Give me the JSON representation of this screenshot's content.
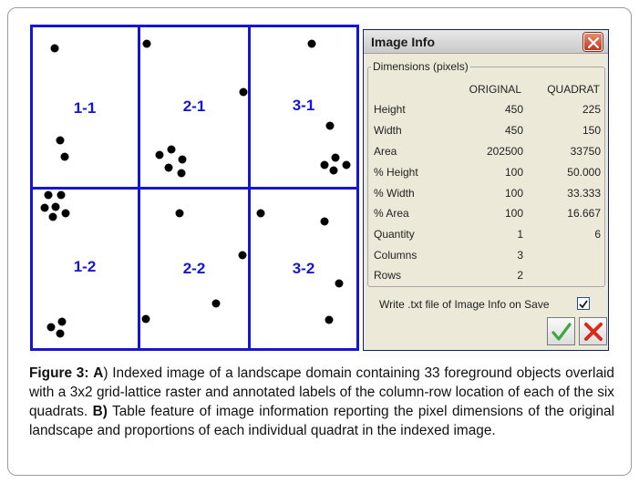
{
  "grid": {
    "labels": {
      "c11": "1-1",
      "c21": "2-1",
      "c31": "3-1",
      "c12": "1-2",
      "c22": "2-2",
      "c32": "3-2"
    }
  },
  "dialog": {
    "title": "Image Info",
    "group_label": "Dimensions (pixels)",
    "col_original": "ORIGINAL",
    "col_quadrat": "QUADRAT",
    "rows": [
      {
        "label": "Height",
        "original": "450",
        "quadrat": "225"
      },
      {
        "label": "Width",
        "original": "450",
        "quadrat": "150"
      },
      {
        "label": "Area",
        "original": "202500",
        "quadrat": "33750"
      },
      {
        "label": "% Height",
        "original": "100",
        "quadrat": "50.000"
      },
      {
        "label": "% Width",
        "original": "100",
        "quadrat": "33.333"
      },
      {
        "label": "% Area",
        "original": "100",
        "quadrat": "16.667"
      },
      {
        "label": "Quantity",
        "original": "1",
        "quadrat": "6"
      },
      {
        "label": "Columns",
        "original": "3",
        "quadrat": ""
      },
      {
        "label": "Rows",
        "original": "2",
        "quadrat": ""
      }
    ],
    "checkbox_label": "Write .txt file of Image Info on Save",
    "checkbox_checked": true,
    "icons": {
      "close": "close-icon",
      "ok": "checkmark-icon",
      "cancel": "x-icon"
    },
    "colors": {
      "ok": "#3aa83a",
      "cancel": "#d92a1a",
      "grid": "#1515d8"
    }
  },
  "caption": {
    "label_fig": "Figure 3:",
    "label_a": "A",
    "text_a": ") Indexed image of a landscape domain containing 33 foreground objects overlaid with a 3x2 grid-lattice raster and annotated labels of the column-row location of each of the six quadrats.",
    "label_b": "B)",
    "text_b": " Table feature of image information reporting the pixel dimensions of the original landscape and proportions of each individual quadrat in the indexed image."
  }
}
